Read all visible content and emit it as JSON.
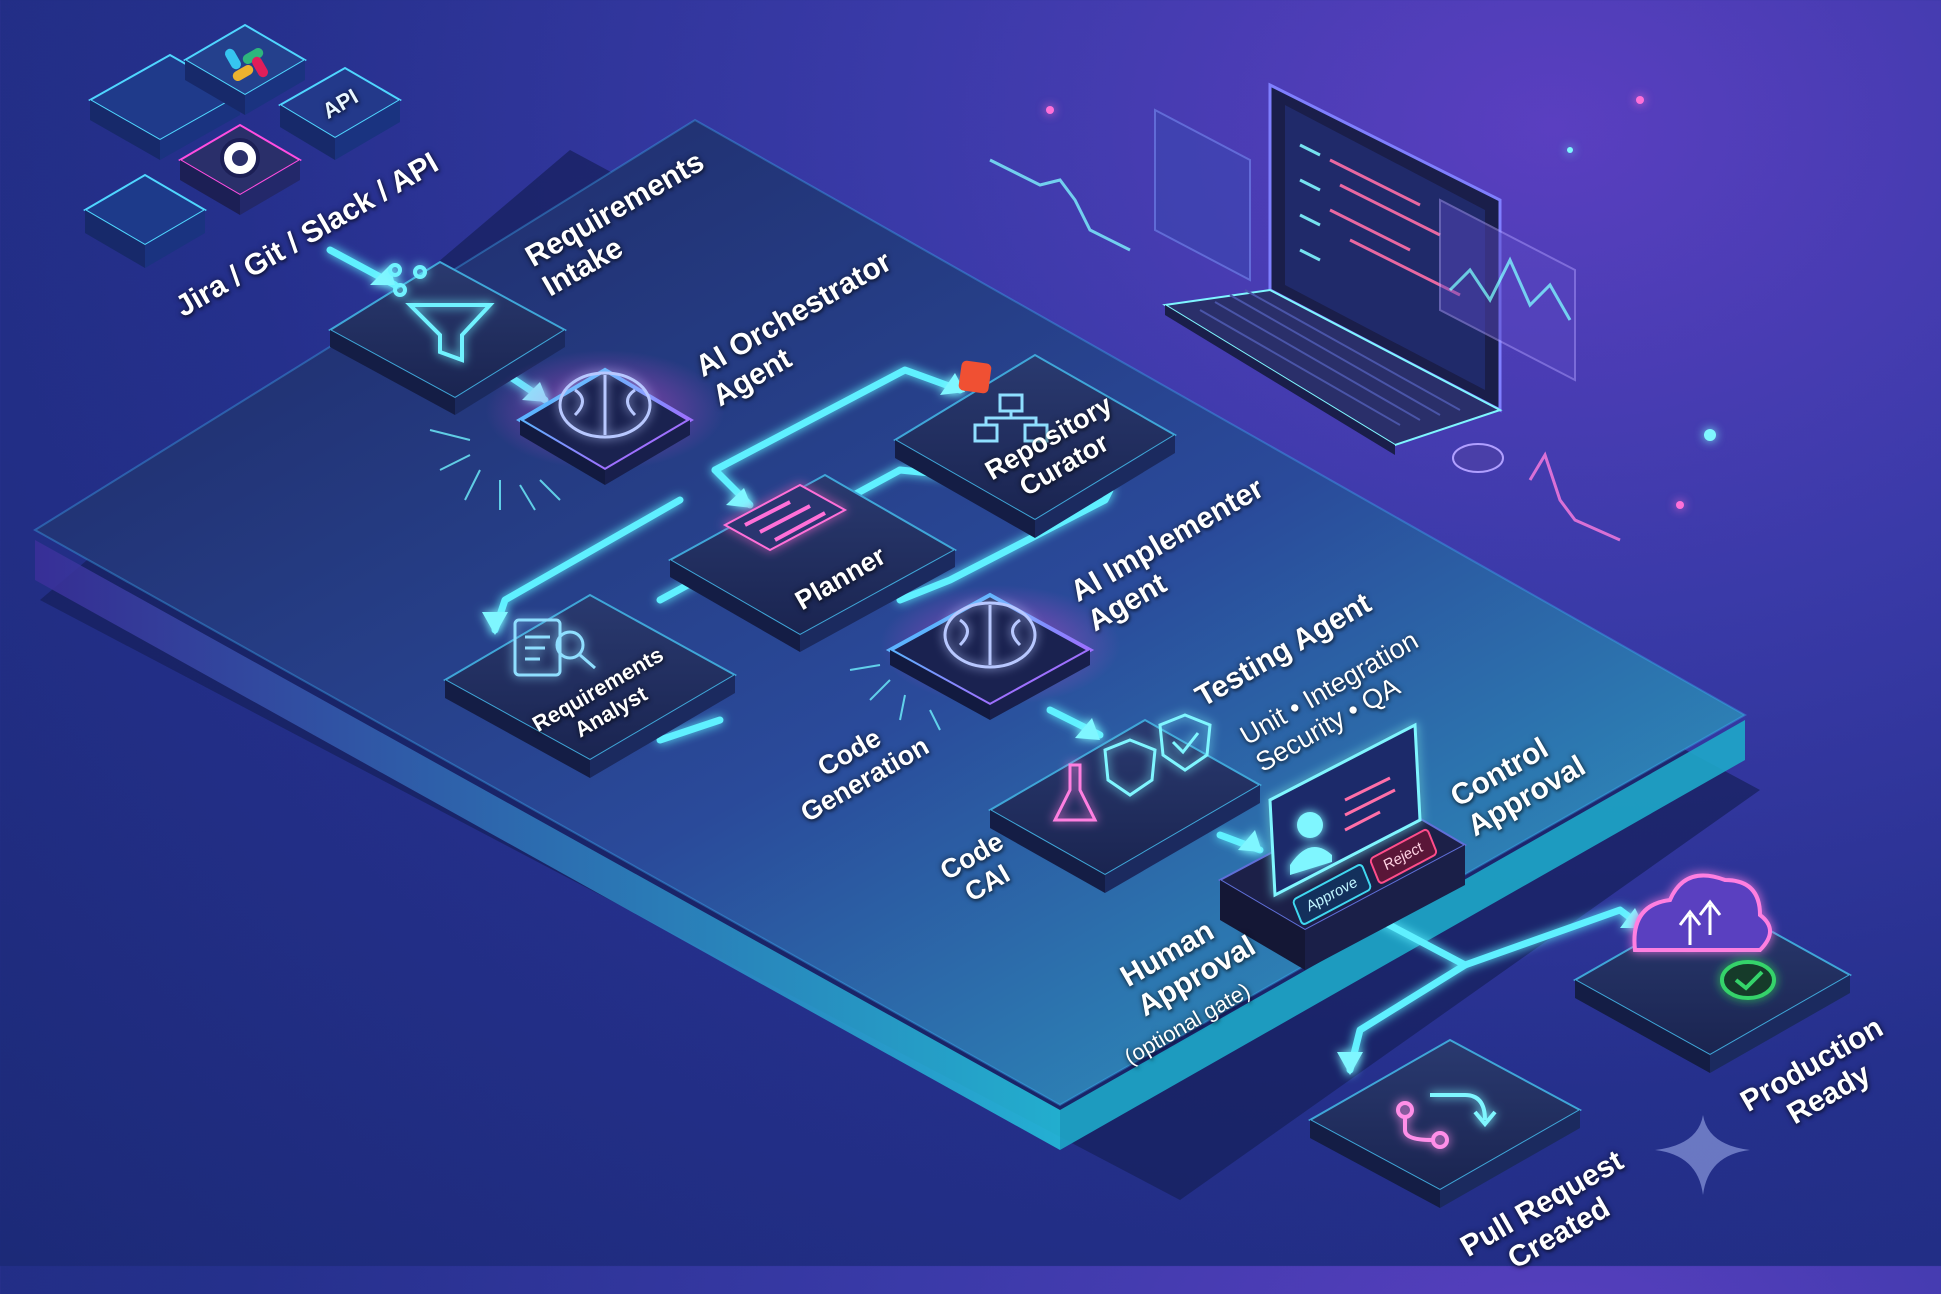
{
  "sources": {
    "label": "Jira / Git / Slack / API",
    "tiles": [
      "API"
    ]
  },
  "steps": {
    "requirements_intake": "Requirements\nIntake",
    "orchestrator": "AI Orchestrator\nAgent",
    "repository_curator": "Repository\nCurator",
    "planner": "Planner",
    "requirements_analyst": "Requirements\nAnalyst",
    "implementer": "AI Implementer\nAgent",
    "code_generation": "Code\nGeneration",
    "testing_title": "Testing Agent",
    "testing_sub": "Unit • Integration\nSecurity • QA",
    "code_cai": "Code\nCAI",
    "control_approval": "Control\nApproval",
    "human_approval": "Human\nApproval",
    "human_approval_note": "(optional gate)",
    "approve_button": "Approve",
    "reject_button": "Reject",
    "production_ready": "Production\nReady",
    "pull_request": "Pull Request\nCreated"
  },
  "colors": {
    "accent_cyan": "#3fe6ff",
    "accent_pink": "#ff4d8a",
    "platform": "#2a3c88",
    "tile_dark": "#1f2a55",
    "success_green": "#34d36a"
  },
  "icons": [
    "funnel-icon",
    "brain-chip-icon",
    "git-icon",
    "org-chart-icon",
    "gantt-icon",
    "clipboard-search-icon",
    "flask-icon",
    "shield-lock-icon",
    "shield-check-icon",
    "user-icon",
    "cloud-upload-icon",
    "check-circle-icon",
    "merge-icon",
    "laptop-icon",
    "mouse-icon",
    "sparkle-icon",
    "slack-icon",
    "github-icon"
  ]
}
